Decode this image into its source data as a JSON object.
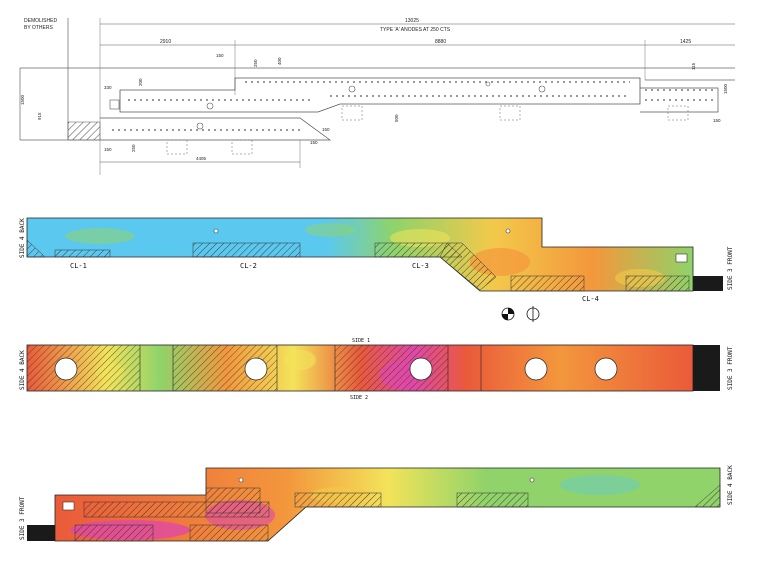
{
  "top_drawing": {
    "demolished_note": [
      "DEMOLISHED",
      "BY OTHERS"
    ],
    "overall_dim": "13025",
    "anode_note": "TYPE 'A' ANODES AT 250 CTS",
    "dims": {
      "d2910": "2910",
      "d8880": "8880",
      "d1425": "1425",
      "d150a": "150",
      "d250a": "250",
      "d400": "400",
      "d200": "200",
      "d330": "330",
      "d1500": "1500",
      "d915": "915",
      "d500": "500",
      "d150b": "150",
      "d4405": "4405",
      "d250b": "250",
      "d150c": "150",
      "d150d": "150",
      "d115": "115",
      "d1500b": "1500",
      "d150e": "150"
    }
  },
  "profile_top": {
    "side_left": "SIDE 4 BACK",
    "side_right": "SIDE 3 FRONT",
    "zones": [
      "CL-1",
      "CL-2",
      "CL-3",
      "CL-4"
    ]
  },
  "profile_mid": {
    "side_top": "SIDE 1",
    "side_bottom": "SIDE 2",
    "side_left": "SIDE 4 BACK",
    "side_right": "SIDE 3 FRONT"
  },
  "profile_bottom": {
    "side_left": "SIDE 3 FRONT",
    "side_right": "SIDE 4 BACK"
  },
  "colors": {
    "cyan": "#5bc8f0",
    "green": "#8fd36a",
    "yellow": "#f3e35a",
    "orange": "#f3973c",
    "red": "#ea5a3a",
    "magenta": "#e048a8",
    "black": "#1a1a1a"
  }
}
